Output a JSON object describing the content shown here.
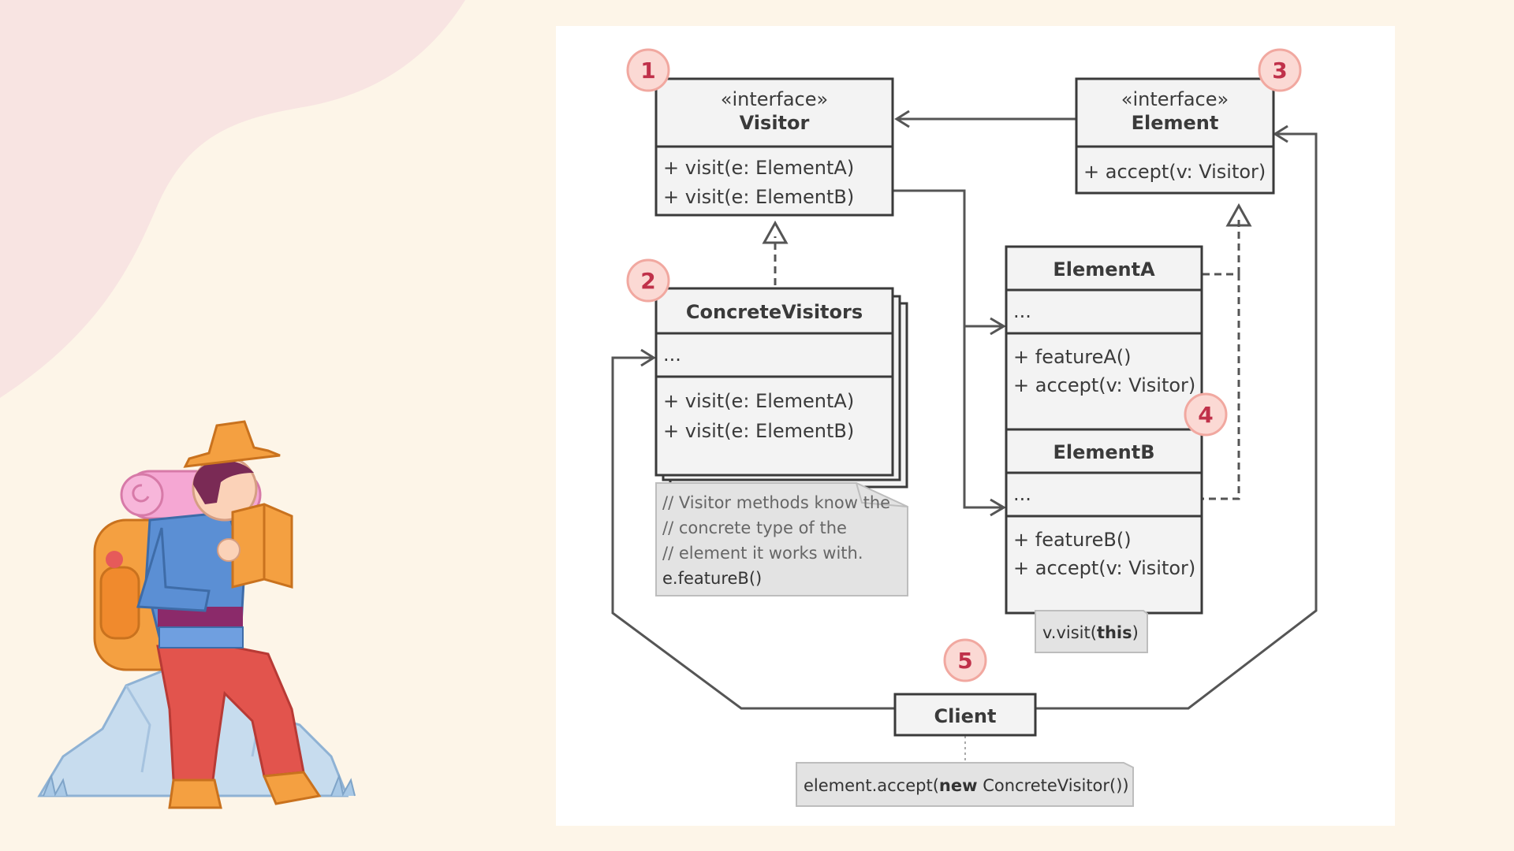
{
  "visitor": {
    "stereotype": "«interface»",
    "name": "Visitor",
    "methods": [
      "+ visit(e: ElementA)",
      "+ visit(e: ElementB)"
    ]
  },
  "element": {
    "stereotype": "«interface»",
    "name": "Element",
    "methods": [
      "+ accept(v: Visitor)"
    ]
  },
  "concrete_visitors": {
    "name": "ConcreteVisitors",
    "fields": "...",
    "methods": [
      "+ visit(e: ElementA)",
      "+ visit(e: ElementB)"
    ]
  },
  "element_a": {
    "name": "ElementA",
    "fields": "...",
    "methods": [
      "+ featureA()",
      "+ accept(v: Visitor)"
    ]
  },
  "element_b": {
    "name": "ElementB",
    "fields": "...",
    "methods": [
      "+ featureB()",
      "+ accept(v: Visitor)"
    ]
  },
  "client": {
    "name": "Client"
  },
  "notes": {
    "visitor_note": {
      "comments": [
        "// Visitor methods know the",
        "// concrete type of the",
        "// element it works with."
      ],
      "code": "e.featureB()"
    },
    "element_b_note": {
      "prefix": "v.visit(",
      "keyword": "this",
      "suffix": ")"
    },
    "client_note": {
      "prefix": "element.accept(",
      "keyword": "new",
      "suffix": " ConcreteVisitor())"
    }
  },
  "badges": [
    "1",
    "2",
    "3",
    "4",
    "5"
  ],
  "colors": {
    "background": "#fdf5e8",
    "panel": "#ffffff",
    "box_fill": "#f3f3f3",
    "badge_fill": "#fbd9d4",
    "badge_number": "#c0314a",
    "note_fill": "#e3e3e3"
  },
  "illustration": "hiker-reading-map-on-rock"
}
